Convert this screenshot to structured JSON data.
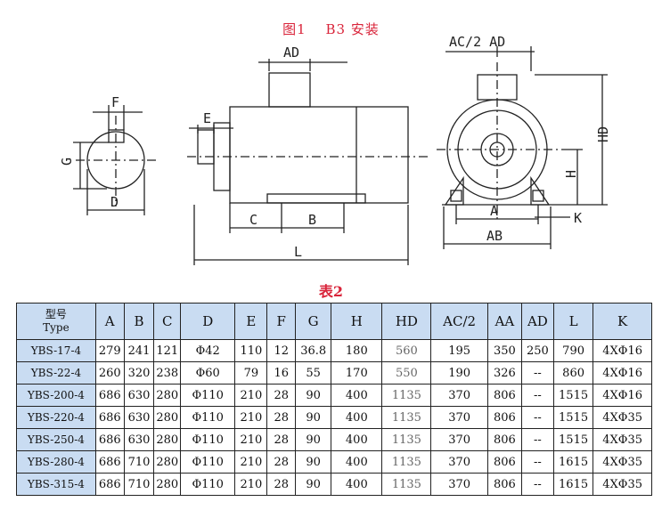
{
  "figure": {
    "title_main": "图1",
    "title_sub": "B3 安装",
    "labels": {
      "F": "F",
      "G": "G",
      "D": "D",
      "E": "E",
      "AD": "AD",
      "C": "C",
      "B": "B",
      "L": "L",
      "AC2_AD": "AC/2 AD",
      "HD": "HD",
      "H": "H",
      "A": "A",
      "AB": "AB",
      "K": "K"
    }
  },
  "table": {
    "title": "表2",
    "header_type_cn": "型号",
    "header_type_en": "Type",
    "columns": [
      "A",
      "B",
      "C",
      "D",
      "E",
      "F",
      "G",
      "H",
      "HD",
      "AC/2",
      "AA",
      "AD",
      "L",
      "K"
    ],
    "rows": [
      [
        "YBS-17-4",
        "279",
        "241",
        "121",
        "Φ42",
        "110",
        "12",
        "36.8",
        "180",
        "560",
        "195",
        "350",
        "250",
        "790",
        "4XΦ16"
      ],
      [
        "YBS-22-4",
        "260",
        "320",
        "238",
        "Φ60",
        "79",
        "16",
        "55",
        "170",
        "550",
        "190",
        "326",
        "--",
        "860",
        "4XΦ16"
      ],
      [
        "YBS-200-4",
        "686",
        "630",
        "280",
        "Φ110",
        "210",
        "28",
        "90",
        "400",
        "1135",
        "370",
        "806",
        "--",
        "1515",
        "4XΦ16"
      ],
      [
        "YBS-220-4",
        "686",
        "630",
        "280",
        "Φ110",
        "210",
        "28",
        "90",
        "400",
        "1135",
        "370",
        "806",
        "--",
        "1515",
        "4XΦ35"
      ],
      [
        "YBS-250-4",
        "686",
        "630",
        "280",
        "Φ110",
        "210",
        "28",
        "90",
        "400",
        "1135",
        "370",
        "806",
        "--",
        "1515",
        "4XΦ35"
      ],
      [
        "YBS-280-4",
        "686",
        "710",
        "280",
        "Φ110",
        "210",
        "28",
        "90",
        "400",
        "1135",
        "370",
        "806",
        "--",
        "1615",
        "4XΦ35"
      ],
      [
        "YBS-315-4",
        "686",
        "710",
        "280",
        "Φ110",
        "210",
        "28",
        "90",
        "400",
        "1135",
        "370",
        "806",
        "--",
        "1615",
        "4XΦ35"
      ]
    ]
  }
}
